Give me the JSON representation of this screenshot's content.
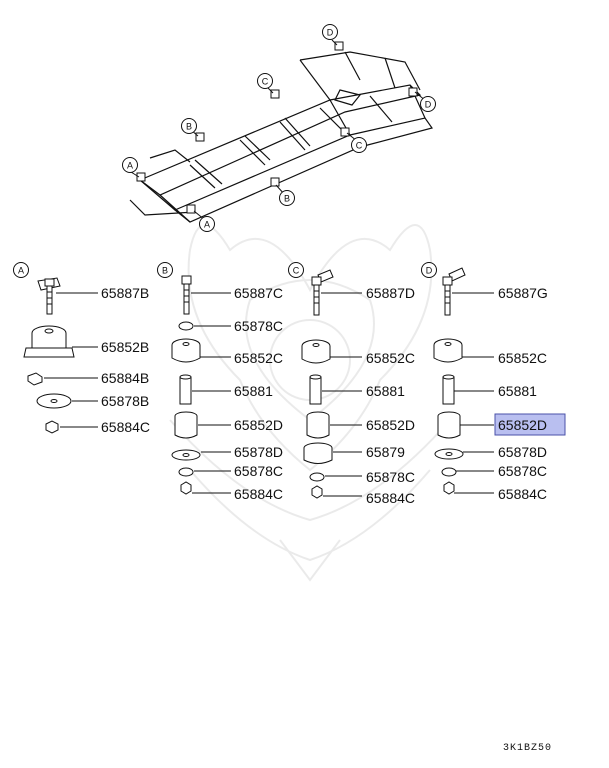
{
  "frame_callouts": [
    "D",
    "C",
    "D",
    "B",
    "C",
    "A",
    "B",
    "A"
  ],
  "columns": [
    {
      "key": "A",
      "items": [
        {
          "text": "65887B",
          "hl": false
        },
        {
          "text": "65852B",
          "hl": false
        },
        {
          "text": "65884B",
          "hl": false
        },
        {
          "text": "65878B",
          "hl": false
        },
        {
          "text": "65884C",
          "hl": false
        }
      ]
    },
    {
      "key": "B",
      "items": [
        {
          "text": "65887C",
          "hl": false
        },
        {
          "text": "65878C",
          "hl": false
        },
        {
          "text": "65852C",
          "hl": false
        },
        {
          "text": "65881",
          "hl": false
        },
        {
          "text": "65852D",
          "hl": false
        },
        {
          "text": "65878D",
          "hl": false
        },
        {
          "text": "65878C",
          "hl": false
        },
        {
          "text": "65884C",
          "hl": false
        }
      ]
    },
    {
      "key": "C",
      "items": [
        {
          "text": "65887D",
          "hl": false
        },
        {
          "text": "65852C",
          "hl": false
        },
        {
          "text": "65881",
          "hl": false
        },
        {
          "text": "65852D",
          "hl": false
        },
        {
          "text": "65879",
          "hl": false
        },
        {
          "text": "65878C",
          "hl": false
        },
        {
          "text": "65884C",
          "hl": false
        }
      ]
    },
    {
      "key": "D",
      "items": [
        {
          "text": "65887G",
          "hl": false
        },
        {
          "text": "65852C",
          "hl": false
        },
        {
          "text": "65881",
          "hl": false
        },
        {
          "text": "65852D",
          "hl": true
        },
        {
          "text": "65878D",
          "hl": false
        },
        {
          "text": "65878C",
          "hl": false
        },
        {
          "text": "65884C",
          "hl": false
        }
      ]
    }
  ],
  "footer_code": "3K1BZ50",
  "colors": {
    "highlight_fill": "#b9bff0",
    "highlight_border": "#4a52a8",
    "line": "#111111"
  }
}
